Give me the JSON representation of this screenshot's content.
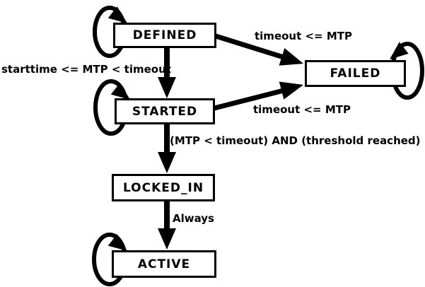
{
  "diagram": {
    "type": "state-machine",
    "colors": {
      "background": "#ffffff",
      "stroke": "#000000",
      "state_fill": "#ffffff",
      "text": "#000000"
    },
    "states": {
      "defined": {
        "label": "DEFINED"
      },
      "started": {
        "label": "STARTED"
      },
      "locked_in": {
        "label": "LOCKED_IN"
      },
      "active": {
        "label": "ACTIVE"
      },
      "failed": {
        "label": "FAILED"
      }
    },
    "transitions": {
      "defined_to_failed": {
        "from": "DEFINED",
        "to": "FAILED",
        "label": "timeout <= MTP"
      },
      "defined_to_started": {
        "from": "DEFINED",
        "to": "STARTED",
        "label": "starttime <= MTP < timeout"
      },
      "started_to_failed": {
        "from": "STARTED",
        "to": "FAILED",
        "label": "timeout <= MTP"
      },
      "started_to_locked_in": {
        "from": "STARTED",
        "to": "LOCKED_IN",
        "label": "(MTP < timeout) AND (threshold reached)"
      },
      "locked_in_to_active": {
        "from": "LOCKED_IN",
        "to": "ACTIVE",
        "label": "Always"
      },
      "self_loops": [
        "DEFINED",
        "STARTED",
        "ACTIVE",
        "FAILED"
      ]
    }
  }
}
